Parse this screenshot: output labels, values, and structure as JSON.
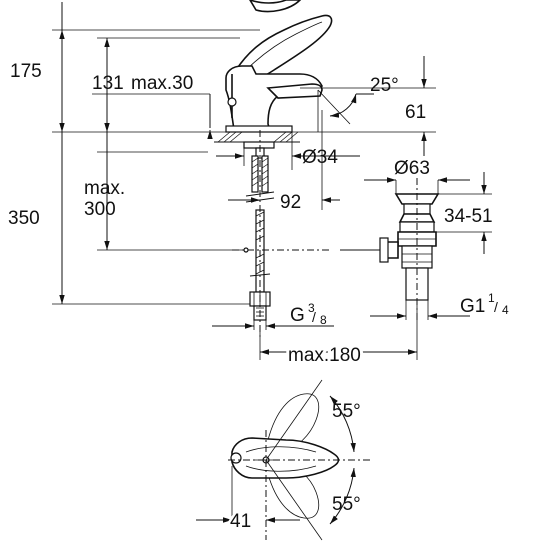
{
  "dims": {
    "d175": "175",
    "d131": "131",
    "max30": "max.30",
    "angle25": "25°",
    "d61": "61",
    "dia34": "Ø34",
    "dia63": "Ø63",
    "max_word": "max.",
    "d300": "300",
    "d92": "92",
    "d350": "350",
    "d34_51": "34-51",
    "g38_main": "G",
    "g38_num": "3",
    "g38_den": "8",
    "g114_main": "G1",
    "g114_num": "1",
    "g114_den": "4",
    "max180": "max.180",
    "angle55_top": "55°",
    "angle55_bottom": "55°",
    "d41": "41"
  }
}
